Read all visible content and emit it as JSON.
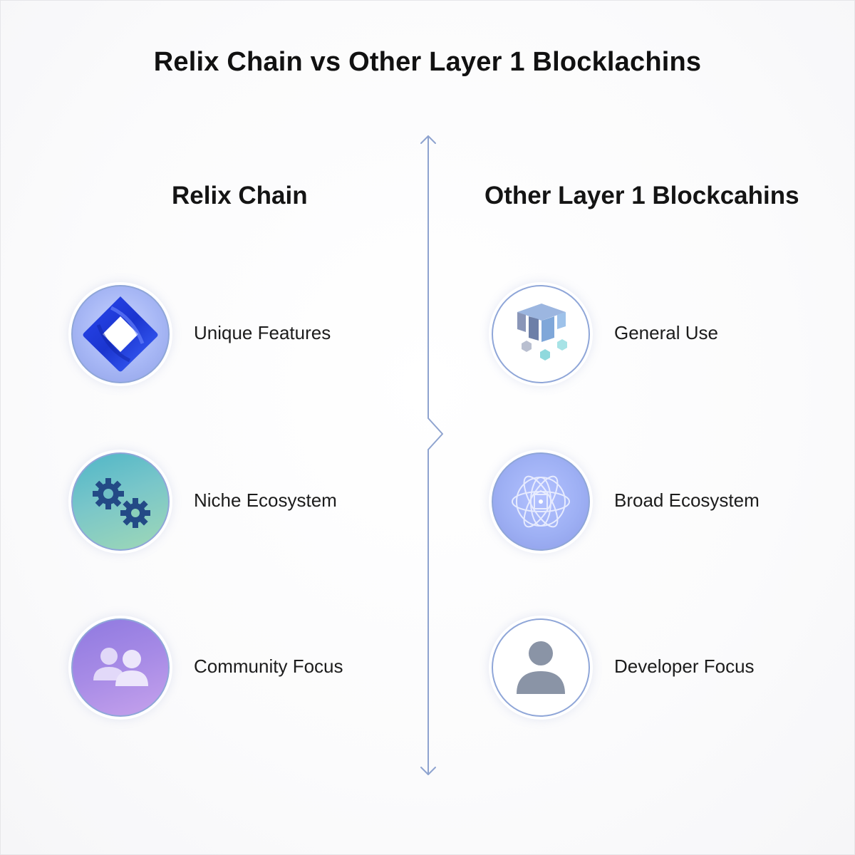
{
  "title": "Relix Chain vs Other Layer 1 Blocklachins",
  "columns": {
    "left": {
      "heading": "Relix Chain",
      "items": [
        {
          "label": "Unique Features",
          "icon": "relix-diamond-logo-icon"
        },
        {
          "label": "Niche Ecosystem",
          "icon": "gears-icon"
        },
        {
          "label": "Community Focus",
          "icon": "community-users-icon"
        }
      ]
    },
    "right": {
      "heading": "Other Layer 1 Blockcahins",
      "items": [
        {
          "label": "General Use",
          "icon": "blocks-cube-icon"
        },
        {
          "label": "Broad Ecosystem",
          "icon": "orbit-network-icon"
        },
        {
          "label": "Developer Focus",
          "icon": "developer-user-icon"
        }
      ]
    }
  },
  "colors": {
    "divider": "#8ea3cf",
    "icon_ring": "#8fa6d8",
    "relix_blue": "#1f3ddb",
    "gear_navy": "#234a86"
  }
}
